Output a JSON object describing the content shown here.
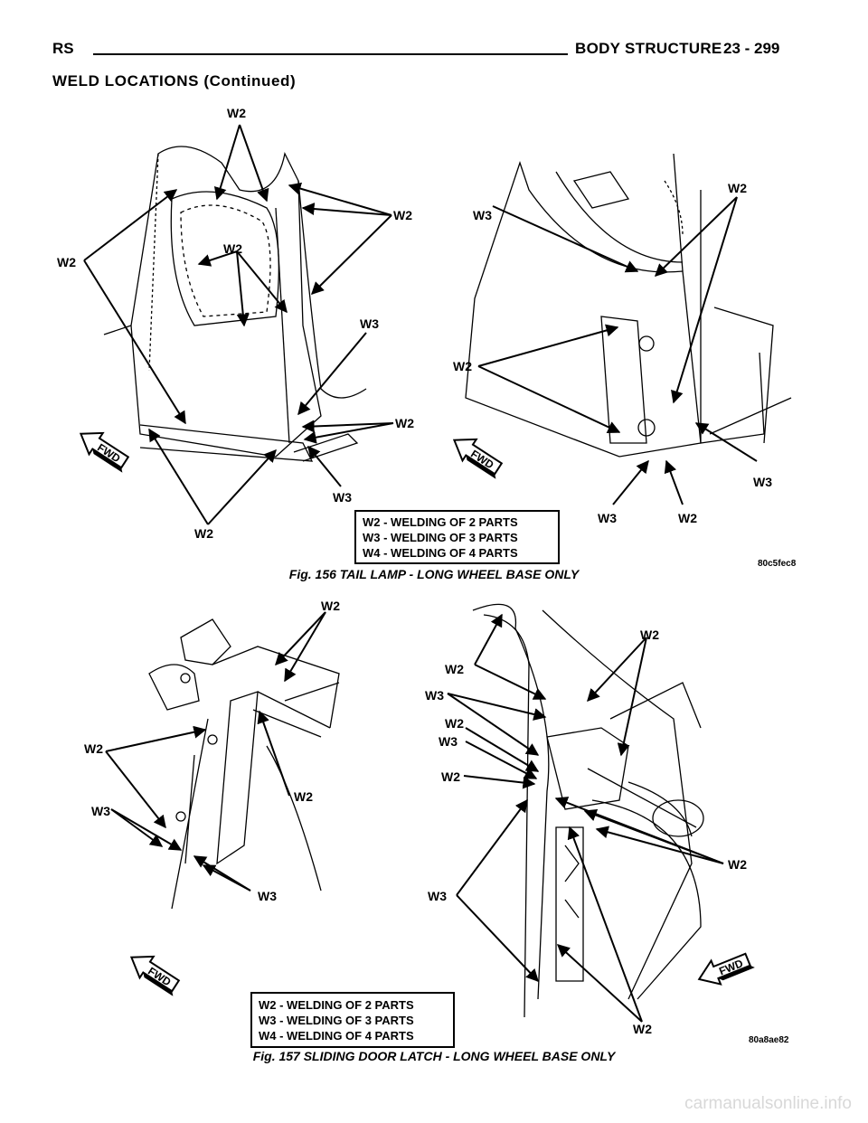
{
  "header": {
    "manual_code": "RS",
    "section_title": "BODY STRUCTURE",
    "page_number": "23 - 299"
  },
  "section_heading": "WELD LOCATIONS (Continued)",
  "figures": [
    {
      "caption": "Fig. 156 TAIL LAMP - LONG WHEEL BASE ONLY",
      "image_code": "80c5fec8",
      "legend": [
        "W2 - WELDING OF 2 PARTS",
        "W3 - WELDING OF 3 PARTS",
        "W4 - WELDING OF 4 PARTS"
      ],
      "callouts": [
        "W2",
        "W2",
        "W2",
        "W2",
        "W3",
        "W2",
        "W3",
        "W2",
        "W3",
        "W2",
        "W2",
        "W3",
        "W3",
        "W2"
      ],
      "direction_label": "FWD"
    },
    {
      "caption": "Fig. 157 SLIDING DOOR LATCH - LONG WHEEL BASE ONLY",
      "image_code": "80a8ae82",
      "legend": [
        "W2 - WELDING OF 2 PARTS",
        "W3 - WELDING OF 3 PARTS",
        "W4 - WELDING OF 4 PARTS"
      ],
      "callouts": [
        "W2",
        "W2",
        "W3",
        "W2",
        "W3",
        "W2",
        "W2",
        "W3",
        "W2",
        "W3",
        "W2",
        "W2",
        "W3",
        "W2"
      ],
      "direction_label": "FWD"
    }
  ],
  "watermark": "carmanualsonline.info"
}
